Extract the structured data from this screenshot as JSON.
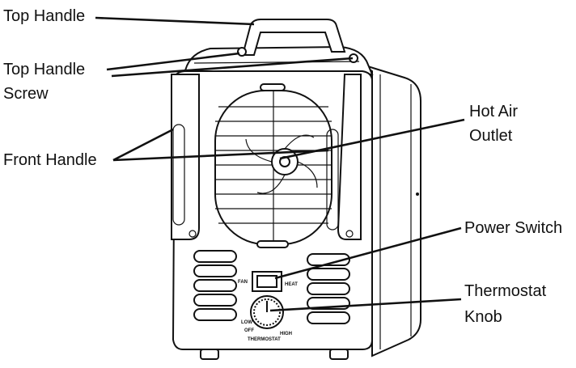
{
  "callouts": {
    "top_handle": "Top Handle",
    "top_handle_screw_line1": "Top Handle",
    "top_handle_screw_line2": "Screw",
    "front_handle": "Front Handle",
    "hot_air_outlet_line1": "Hot Air",
    "hot_air_outlet_line2": "Outlet",
    "power_switch": "Power Switch",
    "thermostat_knob_line1": "Thermostat",
    "thermostat_knob_line2": "Knob"
  },
  "device_labels": {
    "fan": "FAN",
    "heat": "HEAT",
    "low": "LOW",
    "off": "OFF",
    "high": "HIGH",
    "thermostat": "THERMOSTAT"
  },
  "colors": {
    "ink": "#111111",
    "background": "#ffffff"
  }
}
